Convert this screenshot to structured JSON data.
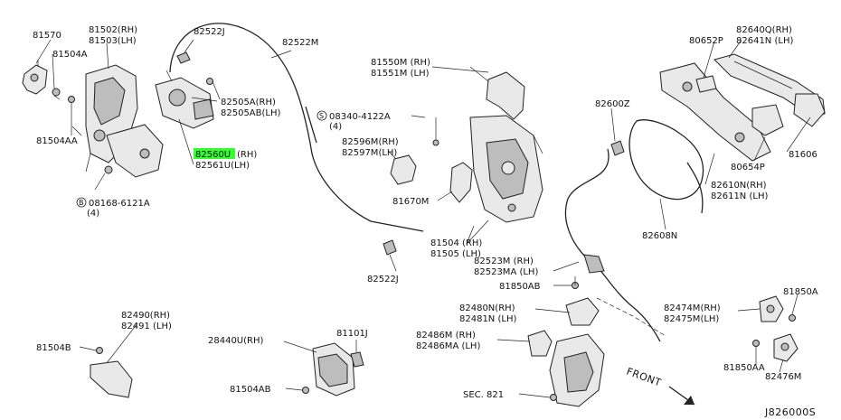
{
  "diagram_code": "J826000S",
  "highlight_color": "#33ff33",
  "labels": {
    "p81570": "81570",
    "p81504A": "81504A",
    "p81504AA": "81504AA",
    "p81502": "81502(RH)",
    "p81503": "81503(LH)",
    "p82522J_top": "82522J",
    "p82522M": "82522M",
    "p82505A": "82505A(RH)",
    "p82505AB": "82505AB(LH)",
    "p82560U": "82560U",
    "p82560U_rh": "(RH)",
    "p82561U": "82561U(LH)",
    "p08168": "08168-6121A",
    "p08168_qty": "(4)",
    "p81550M": "81550M (RH)",
    "p81551M": "81551M (LH)",
    "p08340": "08340-4122A",
    "p08340_qty": "(4)",
    "p82596M": "82596M(RH)",
    "p82597M": "82597M(LH)",
    "p81670M": "81670M",
    "p81504": "81504 (RH)",
    "p81505": "81505 (LH)",
    "p82522J_bot": "82522J",
    "p82523M": "82523M  (RH)",
    "p82523MA": "82523MA (LH)",
    "p81850AB": "81850AB",
    "p82480N": "82480N(RH)",
    "p82481N": "82481N (LH)",
    "p82486M": "82486M  (RH)",
    "p82486MA": "82486MA (LH)",
    "pSEC821": "SEC. 821",
    "pFRONT": "FRONT",
    "p82600Z": "82600Z",
    "p80652P": "80652P",
    "p82640Q": "82640Q(RH)",
    "p82641N": "82641N (LH)",
    "p81606": "81606",
    "p80654P": "80654P",
    "p82610N": "82610N(RH)",
    "p82611N": "82611N (LH)",
    "p82608N": "82608N",
    "p82474M": "82474M(RH)",
    "p82475M": "82475M(LH)",
    "p81850A": "81850A",
    "p81850AA": "81850AA",
    "p82476M": "82476M",
    "p82490": "82490(RH)",
    "p82491": "82491 (LH)",
    "p81504B": "81504B",
    "p28440U": "28440U(RH)",
    "p81101J": "81101J",
    "p81504AB": "81504AB"
  }
}
